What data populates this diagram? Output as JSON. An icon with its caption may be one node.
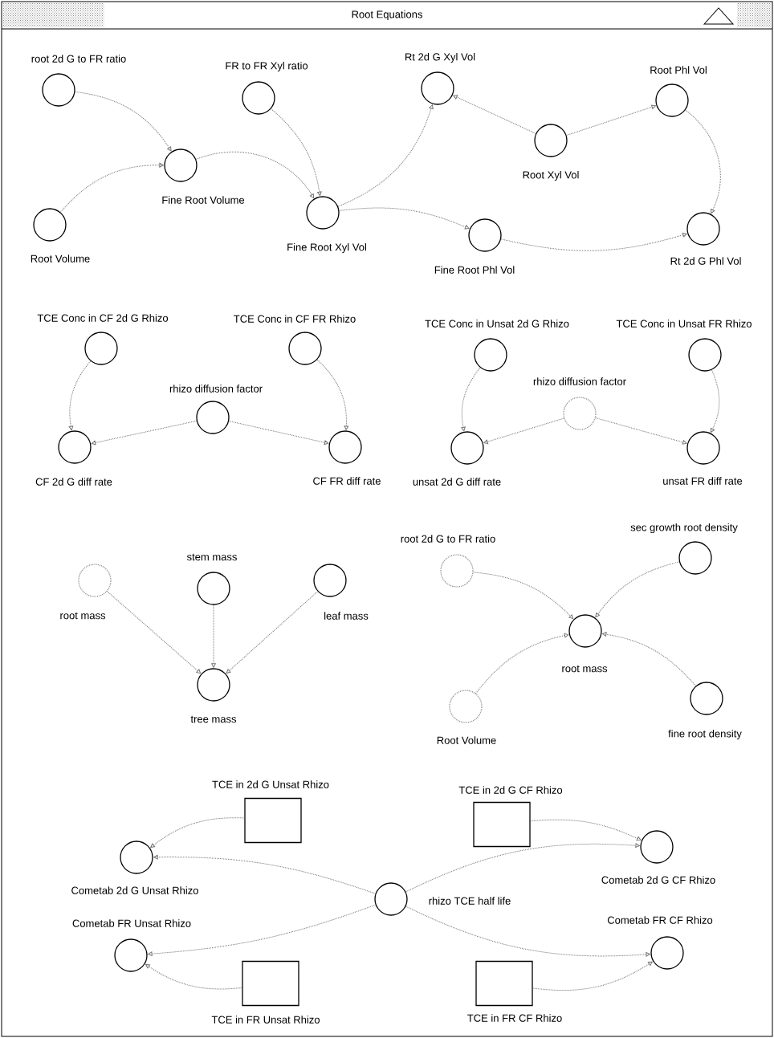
{
  "diagram": {
    "title": "Root Equations",
    "nodes": [
      {
        "text": [
          "root 2d G to FR ratio"
        ]
      },
      {
        "text": [
          "FR to FR Xyl ratio"
        ]
      },
      {
        "text": [
          "Rt 2d G Xyl Vol"
        ]
      },
      {
        "text": [
          "Root Phl Vol"
        ]
      },
      {
        "text": [
          "Fine Root Volume"
        ]
      },
      {
        "text": [
          "Root Xyl Vol"
        ]
      },
      {
        "text": [
          "Root Volume"
        ]
      },
      {
        "text": [
          "Fine Root Xyl Vol"
        ]
      },
      {
        "text": [
          "Fine Root Phl Vol"
        ]
      },
      {
        "text": [
          "Rt 2d G Phl Vol"
        ]
      },
      {
        "text": [
          "TCE Conc in CF 2d G Rhizo"
        ]
      },
      {
        "text": [
          "TCE Conc in CF FR Rhizo"
        ]
      },
      {
        "text": [
          "rhizo diffusion factor"
        ]
      },
      {
        "text": [
          "CF 2d G diff rate"
        ]
      },
      {
        "text": [
          "CF FR diff rate"
        ]
      },
      {
        "text": [
          "TCE Conc in Unsat 2d G Rhizo"
        ]
      },
      {
        "text": [
          "TCE Conc in Unsat FR Rhizo"
        ]
      },
      {
        "text": [
          "rhizo diffusion factor"
        ]
      },
      {
        "text": [
          "unsat 2d G diff rate"
        ]
      },
      {
        "text": [
          "unsat FR diff rate"
        ]
      },
      {
        "text": [
          "stem mass"
        ]
      },
      {
        "text": [
          "root mass"
        ]
      },
      {
        "text": [
          "leaf mass"
        ]
      },
      {
        "text": [
          "tree mass"
        ]
      },
      {
        "text": [
          "root 2d G to FR ratio"
        ]
      },
      {
        "text": [
          "sec growth root density"
        ]
      },
      {
        "text": [
          "root mass"
        ]
      },
      {
        "text": [
          "Root Volume"
        ]
      },
      {
        "text": [
          "fine root density"
        ]
      },
      {
        "text": [
          "TCE in 2d G Unsat Rhizo"
        ]
      },
      {
        "text": [
          "TCE in 2d G CF Rhizo"
        ]
      },
      {
        "text": [
          "Cometab 2d G Unsat Rhizo"
        ]
      },
      {
        "text": [
          "Cometab 2d G CF Rhizo"
        ]
      },
      {
        "text": [
          "rhizo TCE half life"
        ]
      },
      {
        "text": [
          "Cometab FR Unsat Rhizo"
        ]
      },
      {
        "text": [
          "Cometab FR CF Rhizo"
        ]
      },
      {
        "text": [
          "TCE in FR Unsat Rhizo"
        ]
      },
      {
        "text": [
          "TCE in FR CF Rhizo"
        ]
      }
    ],
    "edges": [
      {
        "from": 0,
        "to": 4,
        "arrow": "to"
      },
      {
        "from": 6,
        "to": 4,
        "arrow": "to"
      },
      {
        "from": 4,
        "to": 7,
        "arrow": "to"
      },
      {
        "from": 1,
        "to": 7,
        "arrow": "to"
      },
      {
        "from": 7,
        "to": 2,
        "arrow": "to"
      },
      {
        "from": 5,
        "to": 2,
        "arrow": "to"
      },
      {
        "from": 5,
        "to": 3,
        "arrow": "to"
      },
      {
        "from": 3,
        "to": 9,
        "arrow": "to"
      },
      {
        "from": 7,
        "to": 8,
        "arrow": "to"
      },
      {
        "from": 8,
        "to": 9,
        "arrow": "to"
      },
      {
        "from": 10,
        "to": 13,
        "arrow": "to"
      },
      {
        "from": 12,
        "to": 13,
        "arrow": "to"
      },
      {
        "from": 12,
        "to": 14,
        "arrow": "to"
      },
      {
        "from": 11,
        "to": 14,
        "arrow": "to"
      },
      {
        "from": 15,
        "to": 18,
        "arrow": "to"
      },
      {
        "from": 17,
        "to": 18,
        "arrow": "to"
      },
      {
        "from": 17,
        "to": 19,
        "arrow": "to"
      },
      {
        "from": 16,
        "to": 19,
        "arrow": "to"
      },
      {
        "from": 21,
        "to": 23,
        "arrow": "to"
      },
      {
        "from": 20,
        "to": 23,
        "arrow": "to"
      },
      {
        "from": 22,
        "to": 23,
        "arrow": "to"
      },
      {
        "from": 24,
        "to": 26,
        "arrow": "to"
      },
      {
        "from": 25,
        "to": 26,
        "arrow": "to"
      },
      {
        "from": 27,
        "to": 26,
        "arrow": "to"
      },
      {
        "from": 28,
        "to": 26,
        "arrow": "to"
      },
      {
        "from": 29,
        "to": 31,
        "arrow": "to"
      },
      {
        "from": 33,
        "to": 31,
        "arrow": "to"
      },
      {
        "from": 30,
        "to": 32,
        "arrow": "to"
      },
      {
        "from": 33,
        "to": 32,
        "arrow": "to"
      },
      {
        "from": 33,
        "to": 34,
        "arrow": "to"
      },
      {
        "from": 36,
        "to": 34,
        "arrow": "to"
      },
      {
        "from": 33,
        "to": 35,
        "arrow": "to"
      },
      {
        "from": 37,
        "to": 35,
        "arrow": "to"
      }
    ]
  }
}
